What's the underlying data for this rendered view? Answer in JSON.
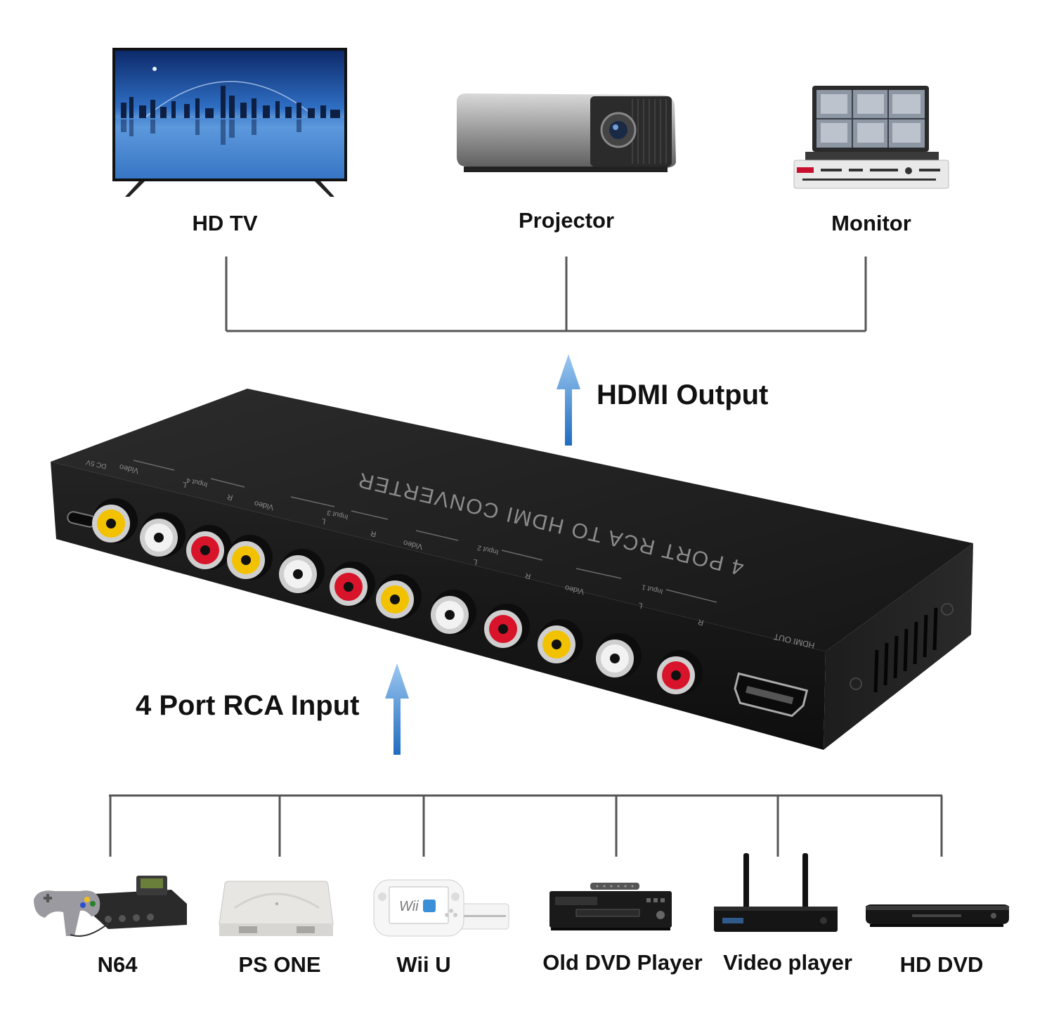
{
  "outputs": {
    "tv": "HD TV",
    "projector": "Projector",
    "monitor": "Monitor"
  },
  "hdmi_output": "HDMI Output",
  "rca_input": "4 Port RCA Input",
  "device": {
    "title": "4 PORT RCA TO HDMI CONVERTER",
    "dc": "DC 5V",
    "hdmi_out": "HDMI OUT",
    "input_labels": [
      "Input 4",
      "Input 3",
      "Input 2",
      "Input 1"
    ],
    "port_labels": {
      "video": "Video",
      "left": "L",
      "right": "R"
    }
  },
  "sources": {
    "n64": "N64",
    "ps_one": "PS ONE",
    "wii_u": "Wii U",
    "old_dvd": "Old DVD Player",
    "video_player": "Video player",
    "hd_dvd": "HD DVD"
  },
  "colors": {
    "line": "#555555",
    "arrow": "#2a7fd0",
    "device_body": "#1b1b1b",
    "rca_yellow": "#f2c200",
    "rca_white": "#f2f2f2",
    "rca_red": "#d8142a"
  }
}
